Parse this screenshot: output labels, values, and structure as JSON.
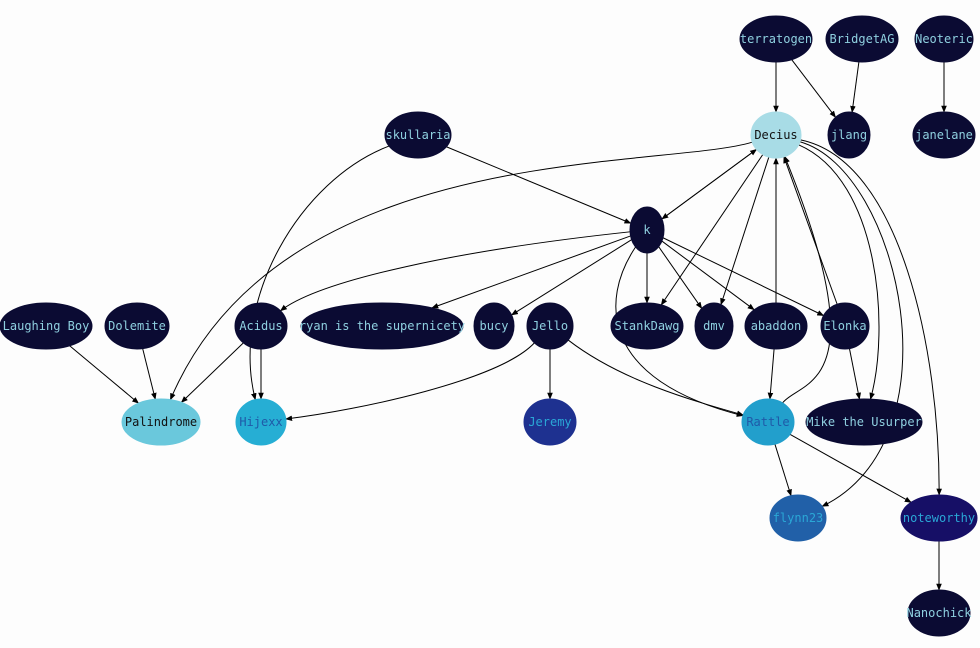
{
  "graph": {
    "nodes": [
      {
        "id": "terratogen",
        "label": "terratogen",
        "fill": "#0b0b33",
        "text_color": "#8fd0e0"
      },
      {
        "id": "BridgetAG",
        "label": "BridgetAG",
        "fill": "#0b0b33",
        "text_color": "#8fd0e0"
      },
      {
        "id": "Neoteric",
        "label": "Neoteric",
        "fill": "#0b0b33",
        "text_color": "#8fd0e0"
      },
      {
        "id": "skullaria",
        "label": "skullaria",
        "fill": "#0b0b33",
        "text_color": "#8fd0e0"
      },
      {
        "id": "Decius",
        "label": "Decius",
        "fill": "#a8dce6",
        "text_color": "#111111"
      },
      {
        "id": "jlang",
        "label": "jlang",
        "fill": "#0b0b33",
        "text_color": "#8fd0e0"
      },
      {
        "id": "janelane",
        "label": "janelane",
        "fill": "#0b0b33",
        "text_color": "#8fd0e0"
      },
      {
        "id": "k",
        "label": "k",
        "fill": "#0b0b33",
        "text_color": "#8fd0e0"
      },
      {
        "id": "LaughingBoy",
        "label": "Laughing Boy",
        "fill": "#0b0b33",
        "text_color": "#8fd0e0"
      },
      {
        "id": "Dolemite",
        "label": "Dolemite",
        "fill": "#0b0b33",
        "text_color": "#8fd0e0"
      },
      {
        "id": "Acidus",
        "label": "Acidus",
        "fill": "#0b0b33",
        "text_color": "#8fd0e0"
      },
      {
        "id": "ryan",
        "label": "ryan is the supernicety",
        "fill": "#0b0b33",
        "text_color": "#8fd0e0"
      },
      {
        "id": "bucy",
        "label": "bucy",
        "fill": "#0b0b33",
        "text_color": "#8fd0e0"
      },
      {
        "id": "Jello",
        "label": "Jello",
        "fill": "#0b0b33",
        "text_color": "#8fd0e0"
      },
      {
        "id": "StankDawg",
        "label": "StankDawg",
        "fill": "#0b0b33",
        "text_color": "#8fd0e0"
      },
      {
        "id": "dmv",
        "label": "dmv",
        "fill": "#0b0b33",
        "text_color": "#8fd0e0"
      },
      {
        "id": "abaddon",
        "label": "abaddon",
        "fill": "#0b0b33",
        "text_color": "#8fd0e0"
      },
      {
        "id": "Elonka",
        "label": "Elonka",
        "fill": "#0b0b33",
        "text_color": "#8fd0e0"
      },
      {
        "id": "Palindrome",
        "label": "Palindrome",
        "fill": "#6ac8dc",
        "text_color": "#111111"
      },
      {
        "id": "Hijexx",
        "label": "Hijexx",
        "fill": "#26aed4",
        "text_color": "#1f5aa8"
      },
      {
        "id": "Jeremy",
        "label": "Jeremy",
        "fill": "#1e3190",
        "text_color": "#2aa7d6"
      },
      {
        "id": "Rattle",
        "label": "Rattle",
        "fill": "#229fcc",
        "text_color": "#1f5aa8"
      },
      {
        "id": "MikeUsurper",
        "label": "Mike the Usurper",
        "fill": "#0b0b33",
        "text_color": "#8fd0e0"
      },
      {
        "id": "flynn23",
        "label": "flynn23",
        "fill": "#2160a8",
        "text_color": "#2aa7d6"
      },
      {
        "id": "noteworthy",
        "label": "noteworthy",
        "fill": "#160f66",
        "text_color": "#2aa7d6"
      },
      {
        "id": "Nanochick",
        "label": "Nanochick",
        "fill": "#0b0b33",
        "text_color": "#8fd0e0"
      }
    ],
    "edges": [
      {
        "from": "terratogen",
        "to": "Decius"
      },
      {
        "from": "terratogen",
        "to": "jlang"
      },
      {
        "from": "BridgetAG",
        "to": "jlang"
      },
      {
        "from": "Neoteric",
        "to": "janelane"
      },
      {
        "from": "skullaria",
        "to": "k"
      },
      {
        "from": "skullaria",
        "to": "Hijexx"
      },
      {
        "from": "Decius",
        "to": "k"
      },
      {
        "from": "k",
        "to": "Decius"
      },
      {
        "from": "Decius",
        "to": "Palindrome"
      },
      {
        "from": "Decius",
        "to": "StankDawg"
      },
      {
        "from": "Decius",
        "to": "dmv"
      },
      {
        "from": "Decius",
        "to": "MikeUsurper"
      },
      {
        "from": "Decius",
        "to": "flynn23"
      },
      {
        "from": "Decius",
        "to": "noteworthy"
      },
      {
        "from": "k",
        "to": "Acidus"
      },
      {
        "from": "k",
        "to": "ryan"
      },
      {
        "from": "k",
        "to": "bucy"
      },
      {
        "from": "k",
        "to": "StankDawg"
      },
      {
        "from": "k",
        "to": "dmv"
      },
      {
        "from": "k",
        "to": "abaddon"
      },
      {
        "from": "k",
        "to": "Elonka"
      },
      {
        "from": "k",
        "to": "Rattle"
      },
      {
        "from": "abaddon",
        "to": "Decius"
      },
      {
        "from": "abaddon",
        "to": "Rattle"
      },
      {
        "from": "Elonka",
        "to": "Decius"
      },
      {
        "from": "Elonka",
        "to": "MikeUsurper"
      },
      {
        "from": "Rattle",
        "to": "Decius"
      },
      {
        "from": "Rattle",
        "to": "flynn23"
      },
      {
        "from": "Rattle",
        "to": "noteworthy"
      },
      {
        "from": "LaughingBoy",
        "to": "Palindrome"
      },
      {
        "from": "Dolemite",
        "to": "Palindrome"
      },
      {
        "from": "Acidus",
        "to": "Palindrome"
      },
      {
        "from": "Acidus",
        "to": "Hijexx"
      },
      {
        "from": "Jello",
        "to": "Hijexx"
      },
      {
        "from": "Jello",
        "to": "Jeremy"
      },
      {
        "from": "Jello",
        "to": "Rattle"
      },
      {
        "from": "noteworthy",
        "to": "Nanochick"
      }
    ]
  }
}
